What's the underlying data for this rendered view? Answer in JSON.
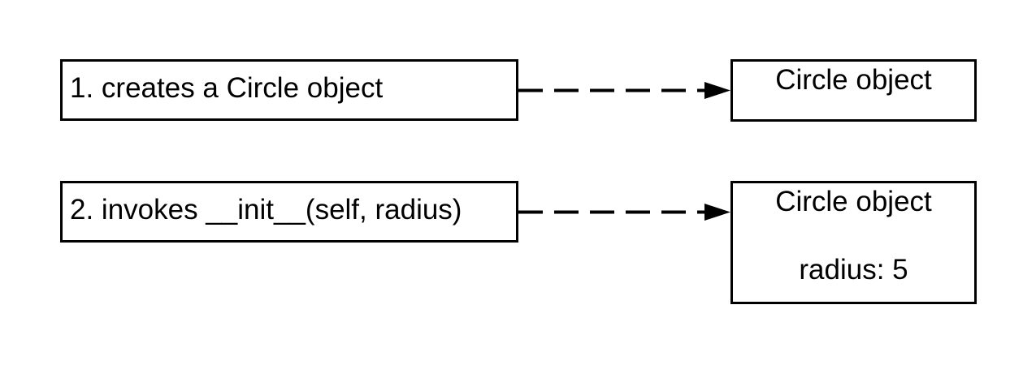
{
  "colors": {
    "background": "#ffffff",
    "stroke": "#000000",
    "text": "#000000"
  },
  "diagram": {
    "type": "sequence-of-object-creation",
    "connector_style": "dashed-line-with-solid-arrowhead",
    "steps": [
      {
        "action": "1. creates a Circle object",
        "target": {
          "title": "Circle object",
          "attributes": []
        }
      },
      {
        "action": "2. invokes __init__(self, radius)",
        "target": {
          "title": "Circle object",
          "attributes": [
            "radius: 5"
          ]
        }
      }
    ]
  }
}
